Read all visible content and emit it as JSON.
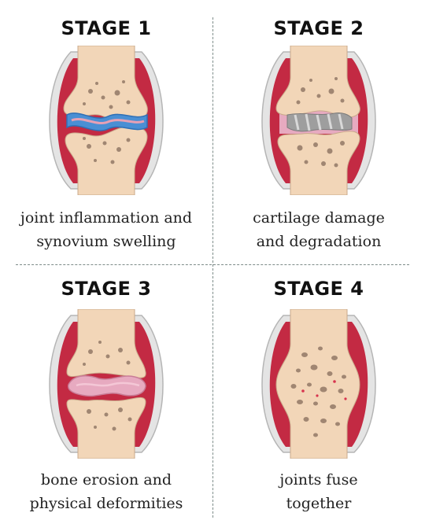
{
  "stages": [
    {
      "title": "STAGE 1",
      "caption_line1": "joint inflammation and",
      "caption_line2": "synovium swelling"
    },
    {
      "title": "STAGE 2",
      "caption_line1": "cartilage damage",
      "caption_line2": "and degradation"
    },
    {
      "title": "STAGE 3",
      "caption_line1": "bone erosion and",
      "caption_line2": "physical deformities"
    },
    {
      "title": "STAGE 4",
      "caption_line1": "joints fuse",
      "caption_line2": "together"
    }
  ],
  "colors": {
    "bone": "#f2d6b8",
    "bone_spots": "#a08672",
    "capsule": "#c32a43",
    "capsule_rim": "#e3e3e3",
    "cartilage_inflamed": "#4a8fd4",
    "cartilage_worn": "#9e9e9e",
    "cartilage_eroded": "#e7aac0"
  }
}
